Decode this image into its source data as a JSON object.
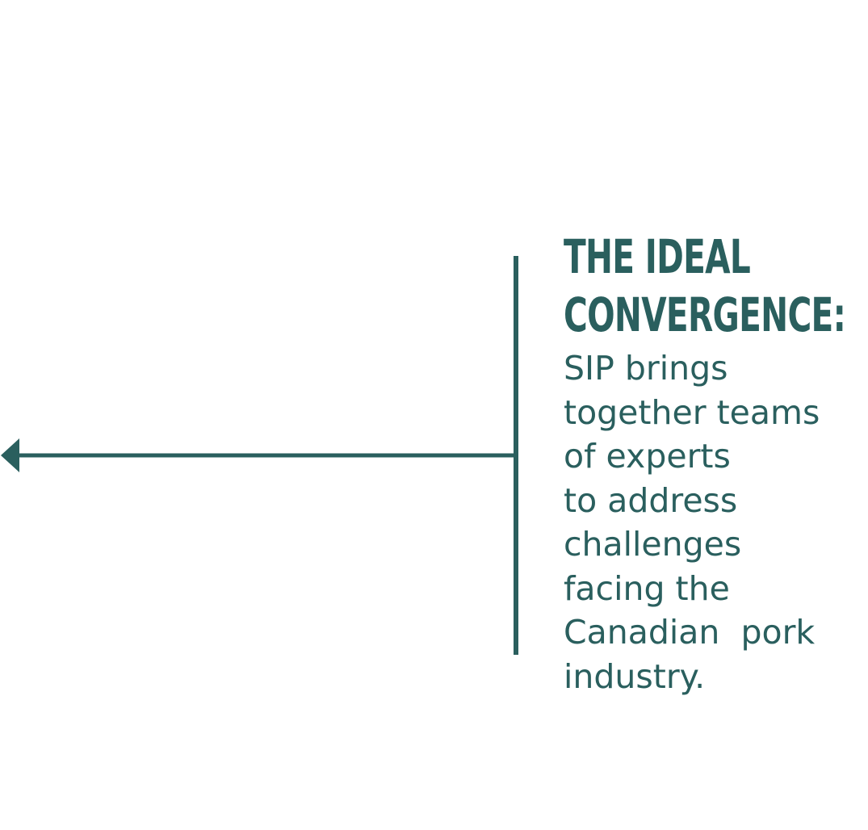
{
  "accent_color": "#2a5f5e",
  "title_lines": [
    "THE IDEAL",
    "CONVERGENCE:"
  ],
  "body_lines": [
    "SIP brings",
    "together teams",
    "of experts",
    "to address",
    "challenges",
    "facing the",
    "Canadian  pork",
    "industry."
  ],
  "icons": {
    "arrow": "arrow-left-icon"
  }
}
